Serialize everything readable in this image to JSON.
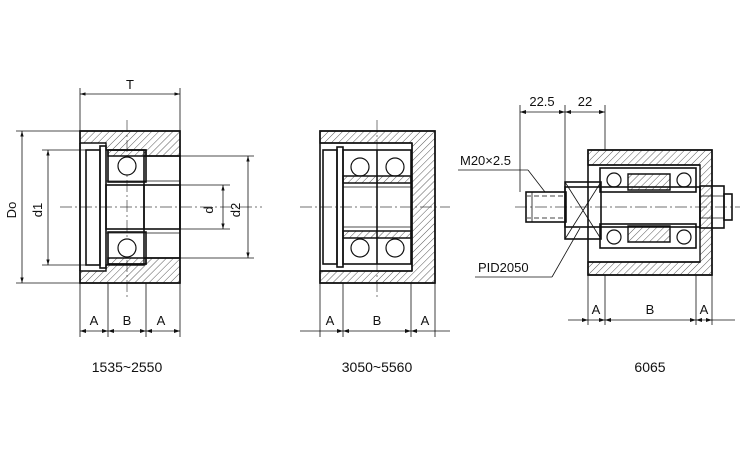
{
  "views": [
    {
      "caption": "1535~2550",
      "labels": {
        "T": "T",
        "Do": "Do",
        "d1": "d1",
        "d": "d",
        "d2": "d2",
        "A_left": "A",
        "B": "B",
        "A_right": "A"
      }
    },
    {
      "caption": "3050~5560",
      "labels": {
        "A_left": "A",
        "B": "B",
        "A_right": "A"
      }
    },
    {
      "caption": "6065",
      "labels": {
        "dim_225": "22.5",
        "dim_22": "22",
        "thread": "M20×2.5",
        "pid": "PID2050",
        "A_left": "A",
        "B": "B",
        "A_right": "A"
      }
    }
  ],
  "colors": {
    "line": "#111111",
    "hatch": "#111111",
    "background": "#ffffff"
  }
}
